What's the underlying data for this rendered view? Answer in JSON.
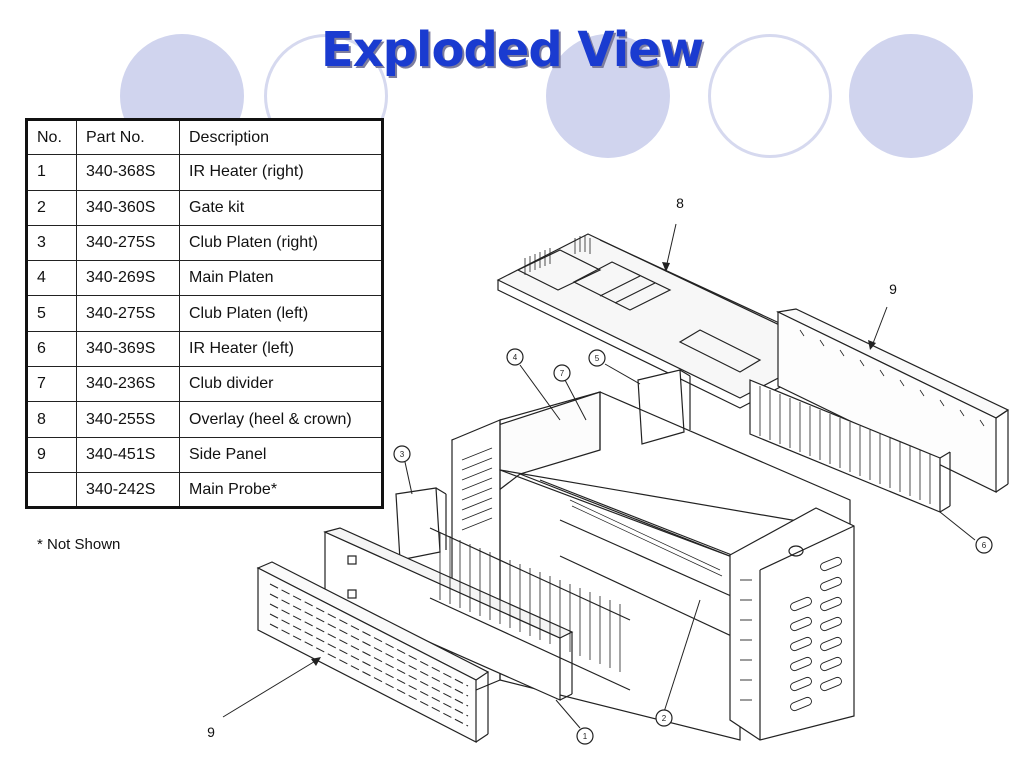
{
  "title": "Exploded View",
  "table": {
    "headers": [
      "No.",
      "Part No.",
      "Description"
    ],
    "rows": [
      [
        "1",
        "340-368S",
        "IR Heater (right)"
      ],
      [
        "2",
        "340-360S",
        "Gate kit"
      ],
      [
        "3",
        "340-275S",
        "Club Platen (right)"
      ],
      [
        "4",
        "340-269S",
        "Main Platen"
      ],
      [
        "5",
        "340-275S",
        "Club Platen (left)"
      ],
      [
        "6",
        "340-369S",
        "IR Heater (left)"
      ],
      [
        "7",
        "340-236S",
        "Club divider"
      ],
      [
        "8",
        "340-255S",
        "Overlay (heel & crown)"
      ],
      [
        "9",
        "340-451S",
        "Side Panel"
      ],
      [
        "",
        "340-242S",
        "Main Probe*"
      ]
    ]
  },
  "footnote": "* Not Shown",
  "callouts": {
    "overlay": "8",
    "side_panel_right": "9",
    "side_panel_left": "9"
  },
  "bubbles": [
    "1",
    "2",
    "3",
    "4",
    "5",
    "6",
    "7"
  ],
  "colors": {
    "title": "#1a3bd0",
    "circle_fill": "#d0d4ee",
    "circle_ring": "#d6d9ef"
  }
}
